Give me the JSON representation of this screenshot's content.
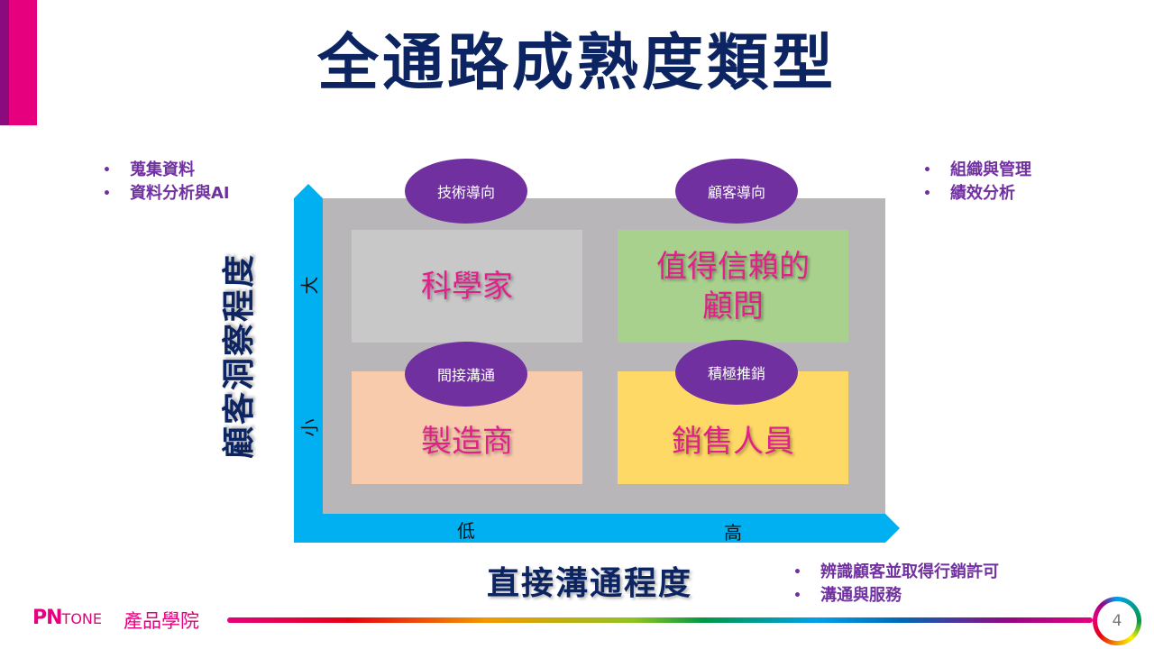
{
  "slide": {
    "title": "全通路成熟度類型",
    "page_number": "4"
  },
  "bullets": {
    "top_left": [
      "蒐集資料",
      "資料分析與AI"
    ],
    "top_right": [
      "組織與管理",
      "績效分析"
    ],
    "bottom_right": [
      "辨識顧客並取得行銷許可",
      "溝通與服務"
    ]
  },
  "matrix": {
    "y_axis": {
      "title": "顧客洞察程度",
      "high_label": "大",
      "low_label": "小"
    },
    "x_axis": {
      "title": "直接溝通程度",
      "low_label": "低",
      "high_label": "高"
    },
    "quadrants": [
      {
        "position": "top-left",
        "label": "科學家",
        "badge": "技術導向",
        "color": "#c8c8c8"
      },
      {
        "position": "top-right",
        "label_line1": "值得信賴的",
        "label_line2": "顧問",
        "badge": "顧客導向",
        "color": "#a9d18e"
      },
      {
        "position": "bottom-left",
        "label": "製造商",
        "badge": "間接溝通",
        "color": "#f8cbad"
      },
      {
        "position": "bottom-right",
        "label": "銷售人員",
        "badge": "積極推銷",
        "color": "#ffd966"
      }
    ]
  },
  "footer": {
    "logo_main": "PN",
    "logo_sub": "TONE",
    "org_name": "產品學院"
  },
  "colors": {
    "title": "#0c2461",
    "accent_pink": "#e6007e",
    "accent_purple": "#8b0a7e",
    "axis_blue": "#00b0f0",
    "badge_purple": "#7030a0",
    "quadrant_text": "#e0218a",
    "panel_gray": "#b8b6b8"
  }
}
